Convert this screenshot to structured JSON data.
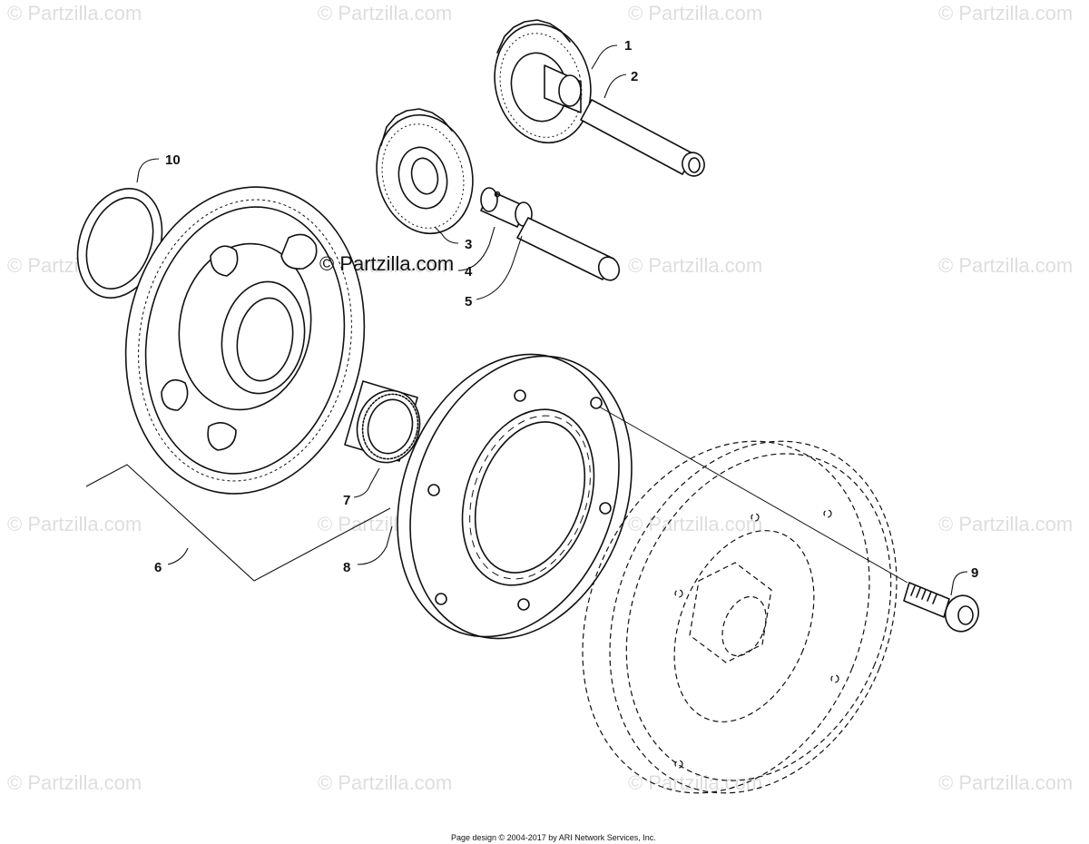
{
  "watermarks": [
    {
      "text": "© Partzilla.com"
    },
    {
      "text": "© Partzilla.com"
    },
    {
      "text": "© Partzilla.com"
    },
    {
      "text": "© Partzilla.com"
    },
    {
      "text": "© Partzilla.com"
    },
    {
      "text": "© Partzilla.com"
    },
    {
      "text": "© Partzilla.com"
    },
    {
      "text": "© Partzilla.com"
    },
    {
      "text": "© Partzilla.com"
    },
    {
      "text": "© Partzilla.com"
    },
    {
      "text": "© Partzilla.com"
    },
    {
      "text": "© Partzilla.com"
    },
    {
      "text": "© Partzilla.com"
    },
    {
      "text": "© Partzilla.com"
    },
    {
      "text": "© Partzilla.com"
    },
    {
      "text": "© Partzilla.com"
    }
  ],
  "center_watermark": "© Partzilla.com",
  "callouts": {
    "c1": "1",
    "c2": "2",
    "c3": "3",
    "c4": "4",
    "c5": "5",
    "c6": "6",
    "c7": "7",
    "c8": "8",
    "c9": "9",
    "c10": "10"
  },
  "footer": "Page design © 2004-2017 by ARI Network Services, Inc."
}
